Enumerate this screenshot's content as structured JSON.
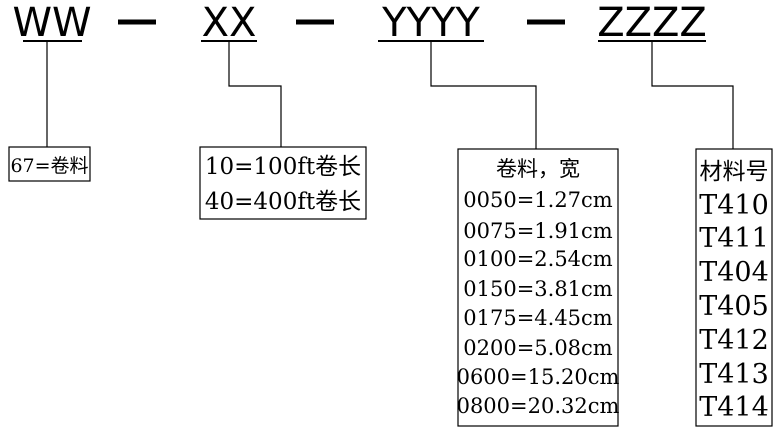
{
  "code": {
    "seg1": "WW",
    "sep1": "-",
    "seg2": "XX",
    "sep2": "-",
    "seg3": "YYYY",
    "sep3": "-",
    "seg4": "ZZZZ"
  },
  "boxes": {
    "ww": {
      "lines": [
        "67=卷料"
      ]
    },
    "xx": {
      "lines": [
        "10=100ft卷长",
        "40=400ft卷长"
      ]
    },
    "yyyy": {
      "title": "卷料，宽",
      "lines": [
        "0050=1.27cm",
        "0075=1.91cm",
        "0100=2.54cm",
        "0150=3.81cm",
        "0175=4.45cm",
        "0200=5.08cm",
        "0600=15.20cm",
        "0800=20.32cm"
      ]
    },
    "zzzz": {
      "title": "材料号",
      "lines": [
        "T410",
        "T411",
        "T404",
        "T405",
        "T412",
        "T413",
        "T414"
      ]
    }
  }
}
